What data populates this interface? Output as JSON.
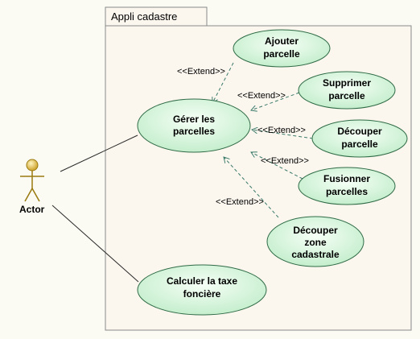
{
  "package": {
    "title": "Appli cadastre"
  },
  "actor": {
    "label": "Actor"
  },
  "use_cases": {
    "gerer": [
      "Gérer les",
      "parcelles"
    ],
    "ajouter": [
      "Ajouter",
      "parcelle"
    ],
    "supprimer": [
      "Supprimer",
      "parcelle"
    ],
    "decouper": [
      "Découper",
      "parcelle"
    ],
    "fusionner": [
      "Fusionner",
      "parcelles"
    ],
    "decouper_zone": [
      "Découper",
      "zone",
      "cadastrale"
    ],
    "taxe": [
      "Calculer la taxe",
      "foncière"
    ]
  },
  "relations": {
    "extend_ajouter": "<<Extend>>",
    "extend_supprimer": "<<Extend>>",
    "extend_decouper": "<<Extend>>",
    "extend_fusionner": "<<Extend>>",
    "extend_zone": "<<Extend>>"
  },
  "colors": {
    "usecase_fill_light": "#f4fff4",
    "usecase_fill_dark": "#bff0c8",
    "usecase_stroke": "#2f6b45",
    "package_fill": "#fbf7ef",
    "package_stroke": "#8a8a8a",
    "actor_fill": "#e8c24a",
    "line": "#2b2b2b",
    "dashed": "#3a7a6a"
  }
}
